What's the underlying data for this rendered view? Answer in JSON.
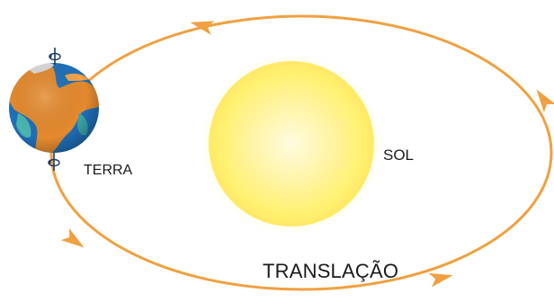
{
  "diagram": {
    "sun_label": "SOL",
    "earth_label": "TERRA",
    "motion_label": "TRANSLAÇÃO"
  },
  "colors": {
    "orbit": "#f0a040",
    "sun_core": "#fff59a",
    "sun_mid": "#fff170",
    "sun_glow": "#ffe066",
    "ocean": "#1f6fb8",
    "land": "#e58a2e",
    "text": "#1a1a1a"
  },
  "icons": {
    "rotation_axis_top": "rotation-arrow-icon",
    "rotation_axis_bottom": "rotation-arrow-icon",
    "orbit_arrows": "orbit-direction-arrow-icon"
  }
}
